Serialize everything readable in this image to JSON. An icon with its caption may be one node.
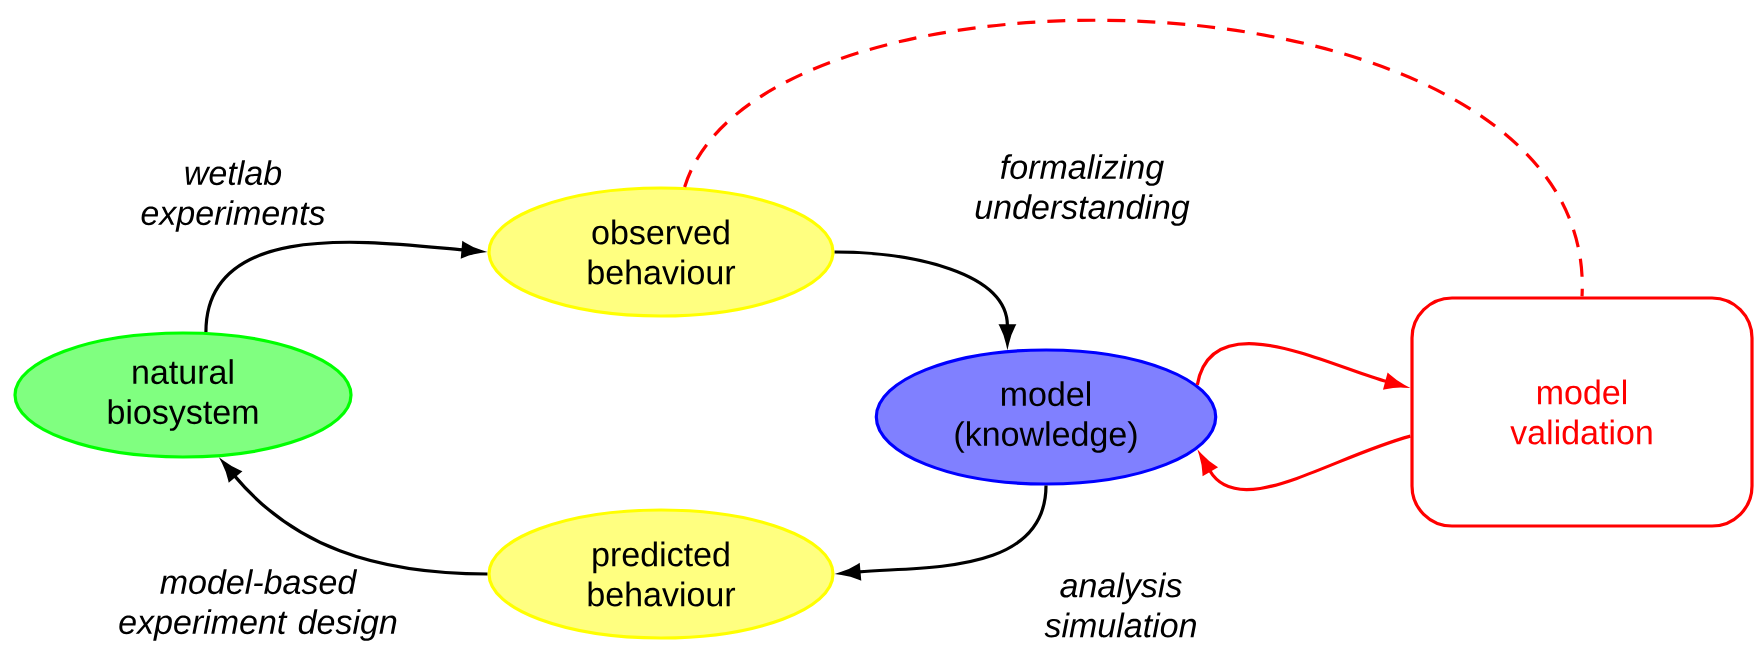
{
  "diagram": {
    "nodes": [
      {
        "text": [
          "natural biosystem"
        ]
      },
      {
        "text": [
          "observed behaviour"
        ]
      },
      {
        "text": [
          "model (knowledge)"
        ]
      },
      {
        "text": [
          "predicted behaviour"
        ]
      },
      {
        "text": [
          "model validation"
        ]
      }
    ],
    "edges": [
      {
        "from": 0,
        "to": 1,
        "arrow": "to",
        "label": "wetlab experiments"
      },
      {
        "from": 1,
        "to": 2,
        "arrow": "to",
        "label": "formalizing understanding"
      },
      {
        "from": 2,
        "to": 3,
        "arrow": "to",
        "label": "analysis simulation"
      },
      {
        "from": 3,
        "to": 0,
        "arrow": "to",
        "label": "model-based experiment design"
      },
      {
        "from": 2,
        "to": 4,
        "arrow": "to",
        "color": "#ff0000"
      },
      {
        "from": 4,
        "to": 2,
        "arrow": "to",
        "color": "#ff0000"
      },
      {
        "from": 1,
        "to": 4,
        "arrow": "none",
        "style": "dashed",
        "color": "#ff0000"
      }
    ]
  }
}
